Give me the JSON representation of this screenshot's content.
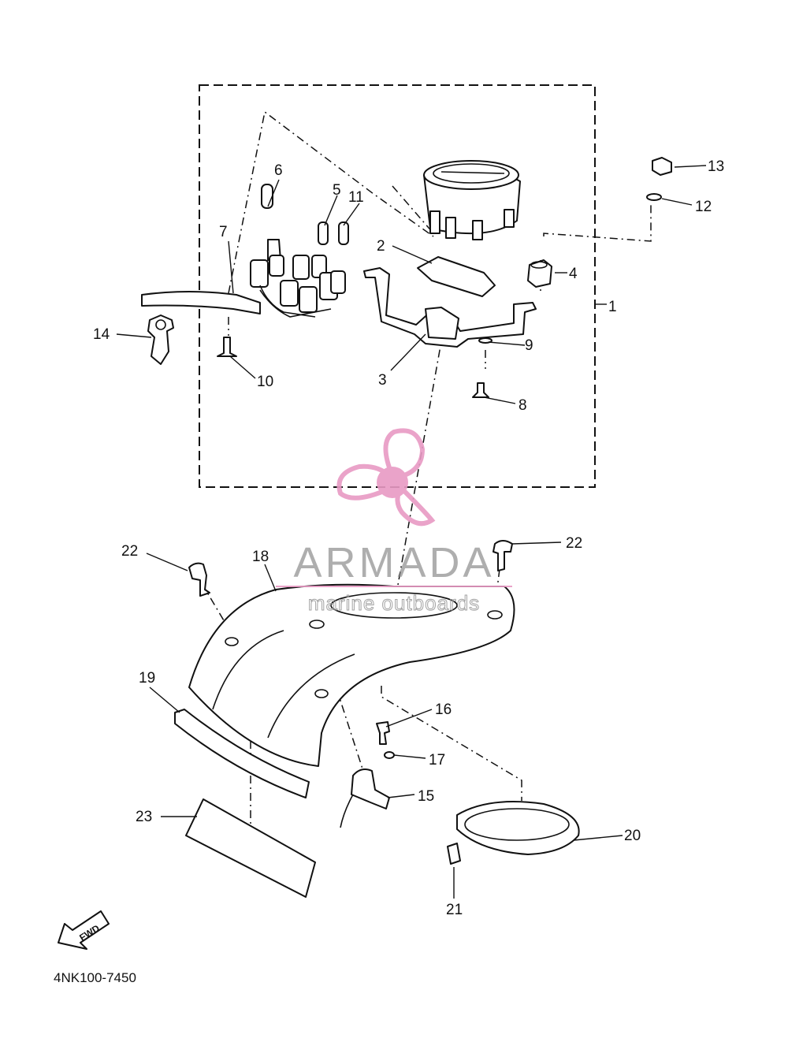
{
  "diagram": {
    "code": "4NK100-7450",
    "fwd_label": "FWD",
    "callouts": [
      "1",
      "2",
      "3",
      "4",
      "5",
      "6",
      "7",
      "8",
      "9",
      "10",
      "11",
      "12",
      "13",
      "14",
      "15",
      "16",
      "17",
      "18",
      "19",
      "20",
      "21",
      "22",
      "22",
      "23"
    ]
  },
  "watermark": {
    "brand": "ARMADA",
    "tagline": "marine outboards",
    "color": "#e89ac4"
  }
}
